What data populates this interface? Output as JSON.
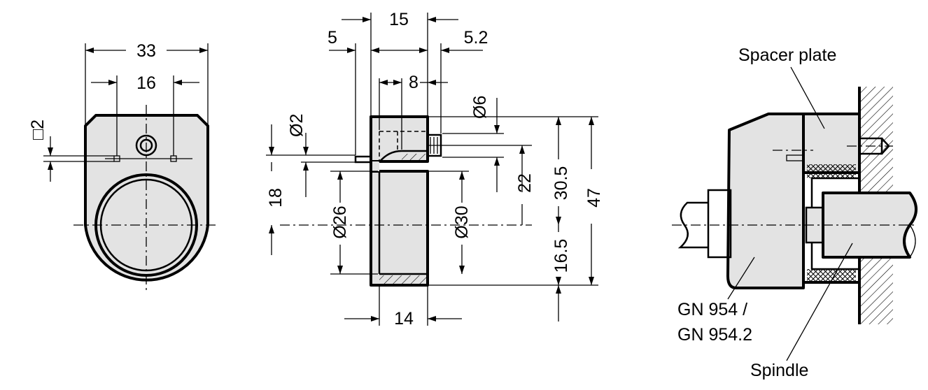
{
  "views": {
    "front": {
      "dimensions": {
        "width_total": "33",
        "width_inner": "16",
        "square_pin": "□2"
      }
    },
    "section": {
      "dimensions": {
        "d15": "15",
        "d5": "5",
        "d5_2": "5.2",
        "d8": "8",
        "d6": "Ø6",
        "d2": "Ø2",
        "d18": "18",
        "d26": "Ø26",
        "d30": "Ø30",
        "d22": "22",
        "d30_5": "30.5",
        "d16_5": "16.5",
        "d47": "47",
        "d14": "14"
      }
    },
    "assembly": {
      "labels": {
        "spacer_plate": "Spacer plate",
        "gn954_line1": "GN 954 /",
        "gn954_line2": "GN 954.2",
        "spindle": "Spindle"
      }
    }
  },
  "colors": {
    "line": "#000000",
    "fill": "#e3e3e3",
    "background": "#ffffff"
  }
}
